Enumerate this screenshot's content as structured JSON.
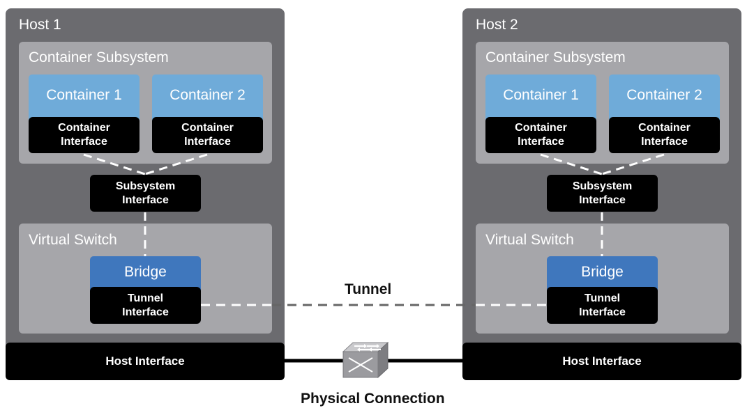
{
  "hosts": [
    {
      "title": "Host 1",
      "subsystem_title": "Container Subsystem",
      "containers": [
        {
          "name": "Container 1",
          "interface": "Container\nInterface"
        },
        {
          "name": "Container 2",
          "interface": "Container\nInterface"
        }
      ],
      "subsystem_interface": "Subsystem\nInterface",
      "switch_title": "Virtual Switch",
      "bridge": "Bridge",
      "tunnel_interface": "Tunnel\nInterface",
      "host_interface": "Host Interface"
    },
    {
      "title": "Host 2",
      "subsystem_title": "Container Subsystem",
      "containers": [
        {
          "name": "Container 1",
          "interface": "Container\nInterface"
        },
        {
          "name": "Container 2",
          "interface": "Container\nInterface"
        }
      ],
      "subsystem_interface": "Subsystem\nInterface",
      "switch_title": "Virtual Switch",
      "bridge": "Bridge",
      "tunnel_interface": "Tunnel\nInterface",
      "host_interface": "Host Interface"
    }
  ],
  "tunnel_label": "Tunnel",
  "physical_label": "Physical Connection",
  "icons": {
    "switch": "network-switch-icon"
  },
  "colors": {
    "host": "#6b6b6f",
    "panel": "#a6a6aa",
    "container": "#6fabd9",
    "bridge": "#3f77bd",
    "interface": "#000000"
  }
}
